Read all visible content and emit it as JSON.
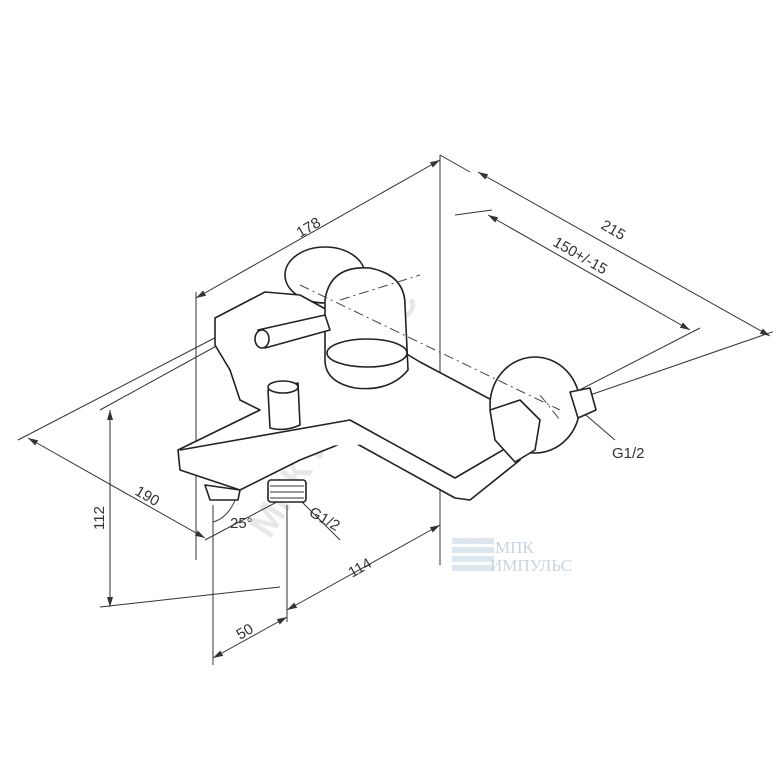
{
  "dimensions": {
    "width_top": "178",
    "depth_total": "215",
    "center_distance": "150+/-15",
    "inlet_thread": "G1/2",
    "height": "112",
    "spout_length": "190",
    "angle": "25°",
    "outlet_thread": "G1/2",
    "spout_reach": "114",
    "outlet_offset": "50"
  },
  "watermark": {
    "diagonal": "МПК ИМПУЛЬС",
    "logo_line1": "МПК",
    "logo_line2": "ИМПУЛЬС"
  },
  "colors": {
    "line": "#333333",
    "watermark": "#c8d4e0"
  }
}
